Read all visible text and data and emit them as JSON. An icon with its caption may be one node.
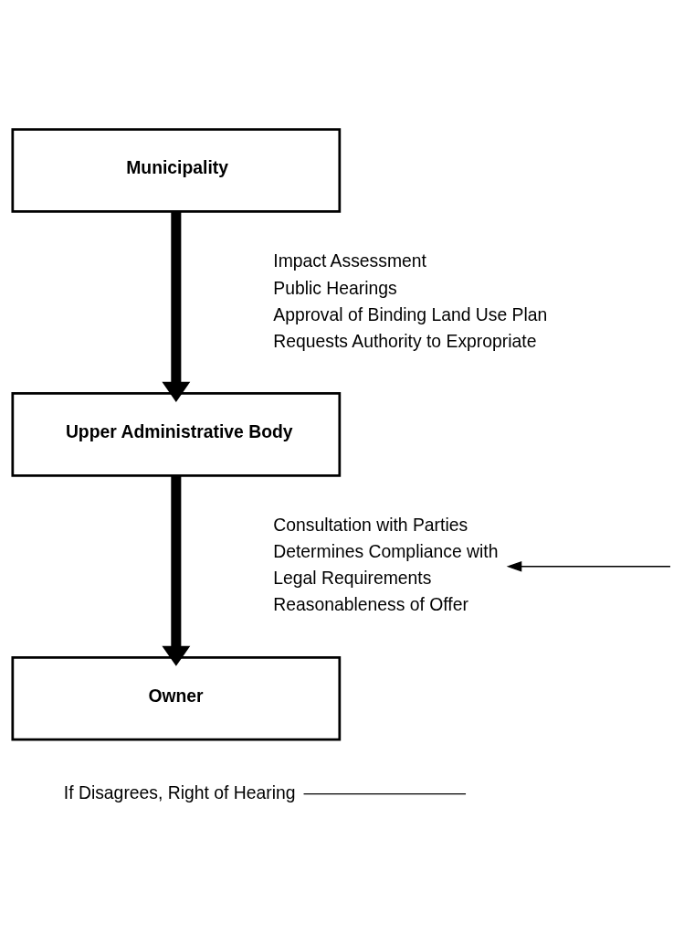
{
  "diagram": {
    "nodes": [
      {
        "text": [
          "Municipality"
        ]
      },
      {
        "text": [
          "Upper Administrative Body"
        ]
      },
      {
        "text": [
          "Owner"
        ]
      },
      {
        "text": [
          "Impact Assessment",
          "Public Hearings",
          "Approval of Binding Land Use Plan",
          "Requests Authority to Expropriate"
        ]
      },
      {
        "text": [
          "Consultation with Parties",
          "Determines Compliance with",
          "Legal Requirements",
          "Reasonableness of Offer"
        ]
      },
      {
        "text": [
          "If Disagrees, Right of Hearing"
        ]
      }
    ],
    "edges": [
      {
        "from": 0,
        "to": 1,
        "arrow": "to",
        "style": "thick"
      },
      {
        "from": 1,
        "to": 2,
        "arrow": "to",
        "style": "thick"
      },
      {
        "from": null,
        "to": 4,
        "arrow": "to"
      },
      {
        "from": 5,
        "to": null,
        "arrow": "none"
      }
    ]
  }
}
